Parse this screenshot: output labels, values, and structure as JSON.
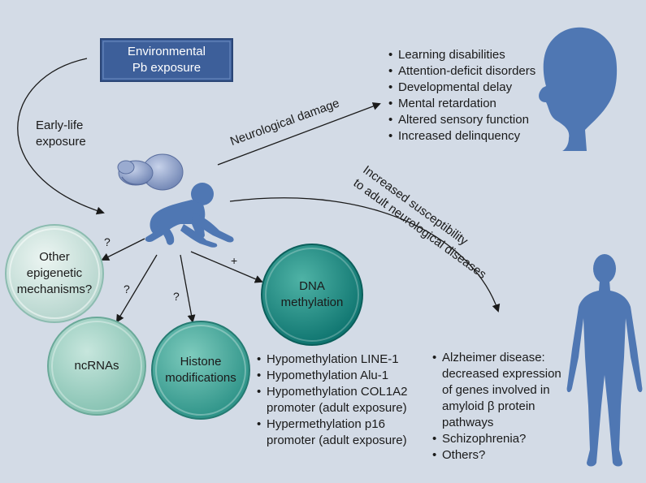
{
  "source_box": {
    "line1": "Environmental",
    "line2": "Pb exposure"
  },
  "early_life": {
    "line1": "Early-life",
    "line2": "exposure"
  },
  "neuro_damage_label": "Neurological damage",
  "susceptibility_label": {
    "line1": "Increased susceptibility",
    "line2": "to adult neurological diseases"
  },
  "child_effects": [
    "Learning disabilities",
    "Attention-deficit disorders",
    "Developmental delay",
    "Mental retardation",
    "Altered sensory function",
    "Increased delinquency"
  ],
  "mechanisms": {
    "other": "Other\nepigenetic\nmechanisms?",
    "ncrnas": "ncRNAs",
    "histone": "Histone\nmodifications",
    "dna": "DNA\nmethylation"
  },
  "arrow_marks": {
    "other": "?",
    "ncrnas": "?",
    "histone": "?",
    "dna": "+"
  },
  "dna_effects": [
    "Hypomethylation LINE-1",
    "Hypomethylation Alu-1",
    "Hypomethylation COL1A2\npromoter (adult exposure)",
    "Hypermethylation p16\npromoter (adult exposure)"
  ],
  "adult_effects": [
    "Alzheimer disease:\ndecreased expression\nof genes involved in\namyloid β protein\npathways",
    "Schizophrenia?",
    "Others?"
  ],
  "colors": {
    "background": "#d3dbe6",
    "box": "#3d5f9a",
    "silhouette": "#4f77b3",
    "fetus": "#8d9fc4",
    "circle_other": "#c6dfd9",
    "circle_ncrnas": "#9fcfc2",
    "circle_histone": "#3fa49a",
    "circle_dna": "#17847e"
  }
}
